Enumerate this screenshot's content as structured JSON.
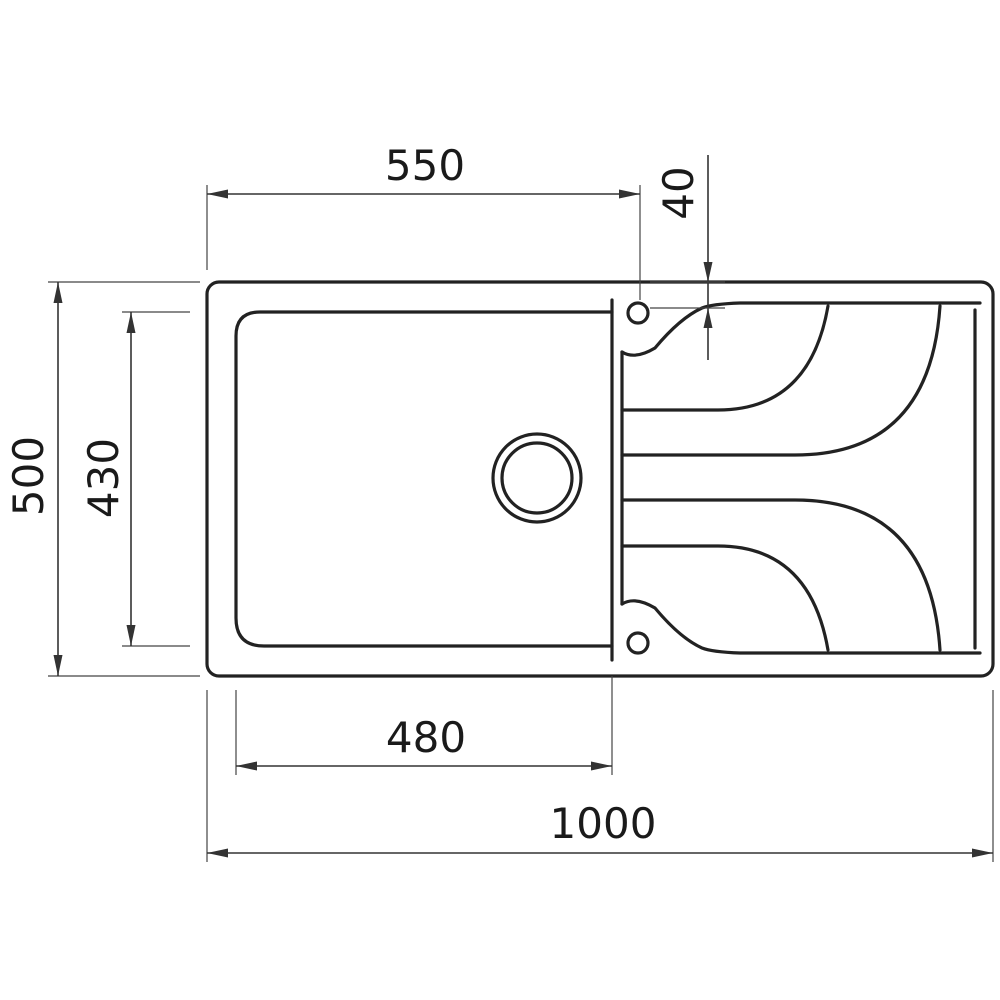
{
  "dimensions": {
    "top_width": "550",
    "top_offset": "40",
    "outer_height": "500",
    "bowl_height": "430",
    "bowl_width": "480",
    "outer_width": "1000"
  }
}
